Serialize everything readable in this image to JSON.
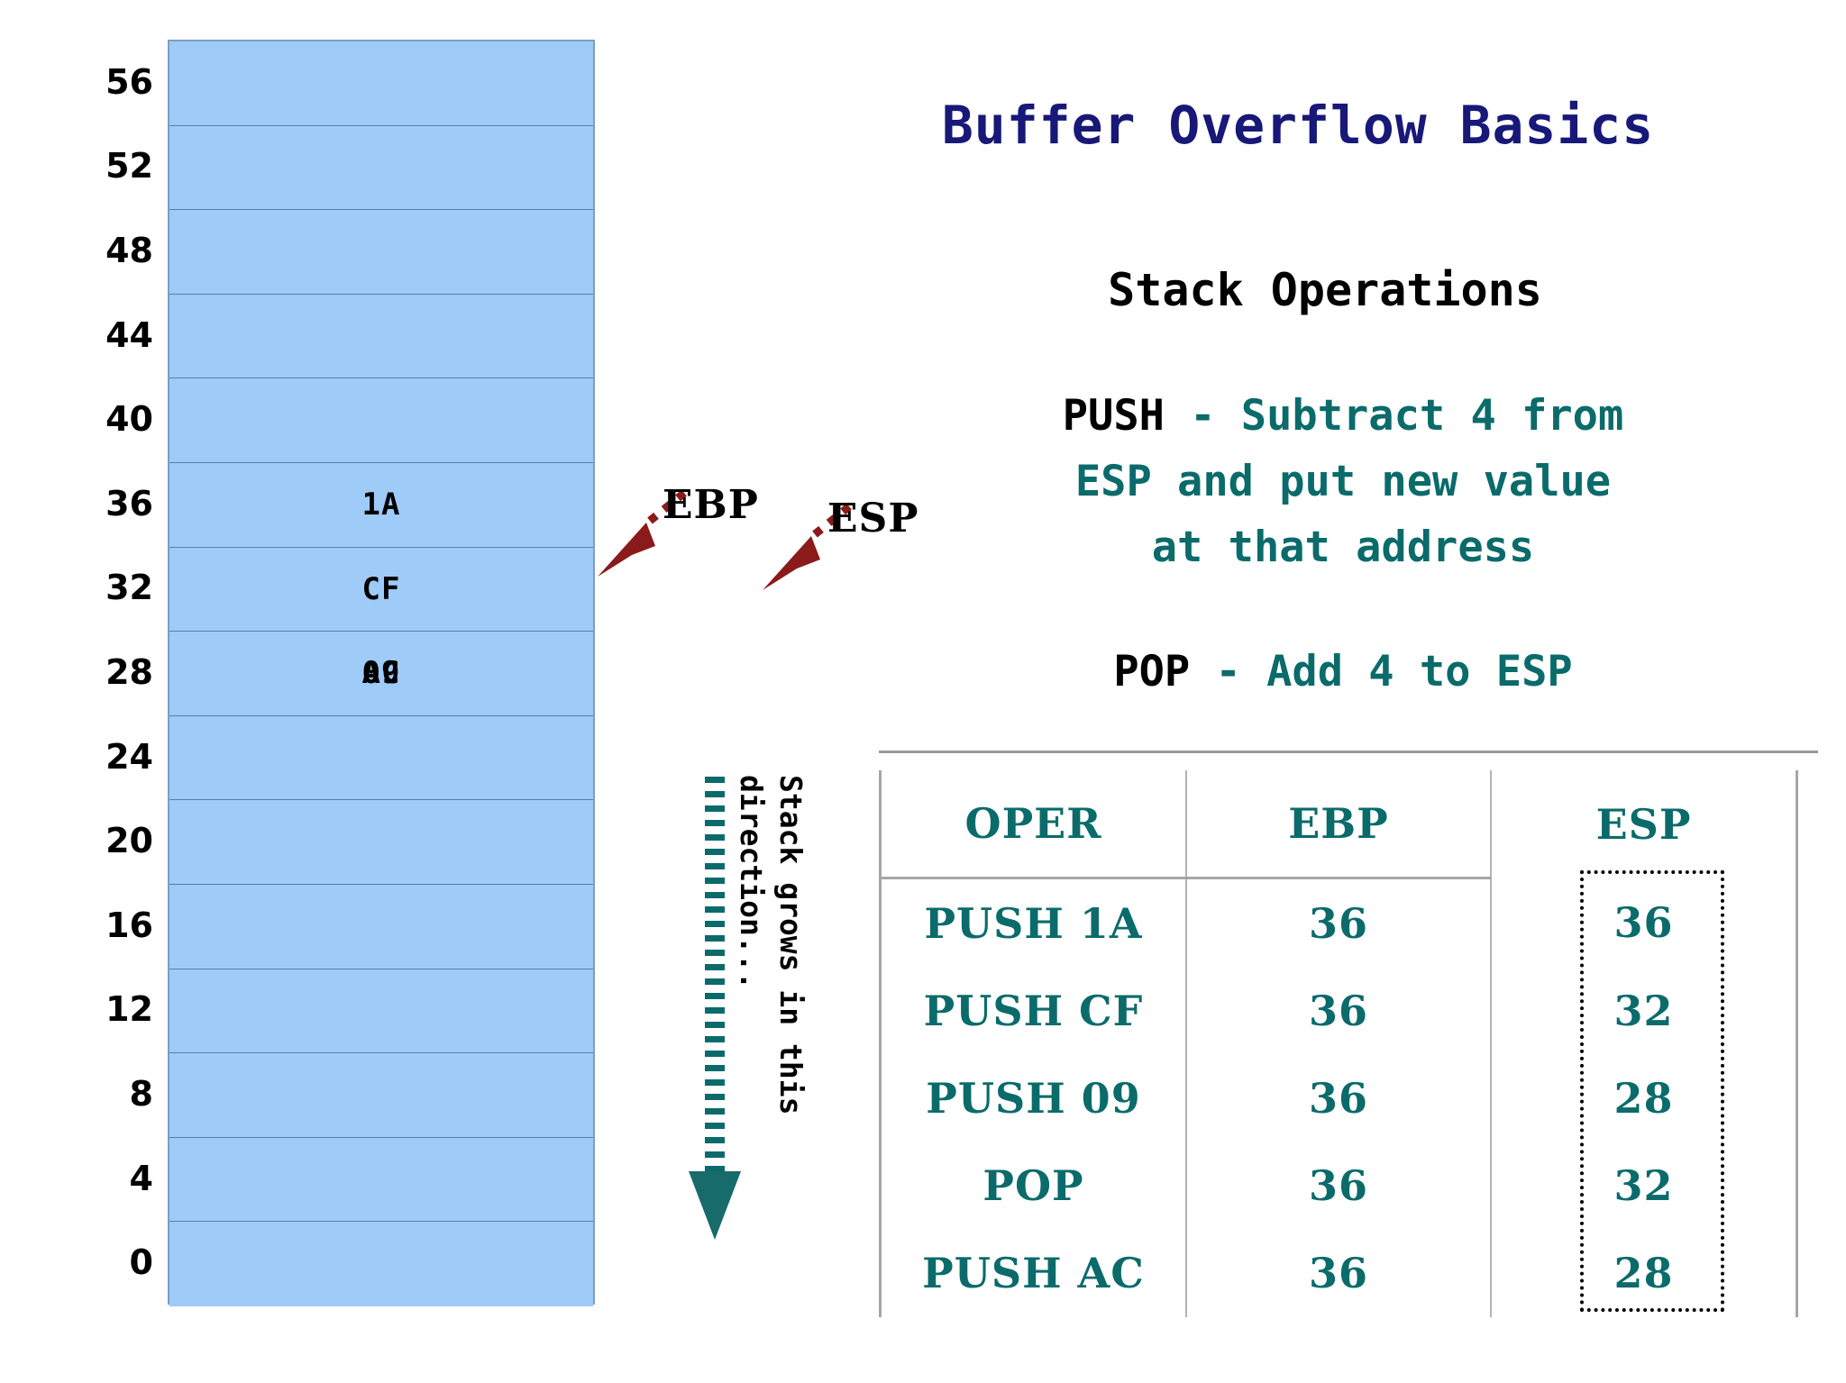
{
  "title": "Buffer Overflow Basics",
  "subtitle": "Stack Operations",
  "push_desc": {
    "keyword": "PUSH",
    "line1_rest": " - Subtract 4 from",
    "line2": "ESP and put new value",
    "line3": "at that address"
  },
  "pop_desc": {
    "keyword": "POP",
    "rest": " - Add 4 to ESP"
  },
  "stack": {
    "addresses": [
      "56",
      "52",
      "48",
      "44",
      "40",
      "36",
      "32",
      "28",
      "24",
      "20",
      "16",
      "12",
      "8",
      "4",
      "0"
    ],
    "cells": [
      {
        "address": "56",
        "value": ""
      },
      {
        "address": "52",
        "value": ""
      },
      {
        "address": "48",
        "value": ""
      },
      {
        "address": "44",
        "value": ""
      },
      {
        "address": "40",
        "value": ""
      },
      {
        "address": "36",
        "value": "1A"
      },
      {
        "address": "32",
        "value": "CF"
      },
      {
        "address": "28",
        "value": "AC",
        "overlap_value": "09"
      },
      {
        "address": "24",
        "value": ""
      },
      {
        "address": "20",
        "value": ""
      },
      {
        "address": "16",
        "value": ""
      },
      {
        "address": "12",
        "value": ""
      },
      {
        "address": "8",
        "value": ""
      },
      {
        "address": "4",
        "value": ""
      },
      {
        "address": "0",
        "value": ""
      }
    ],
    "fill_color": "#9ecbf7",
    "border_color": "#5b7fa6"
  },
  "pointers": [
    {
      "name": "EBP",
      "label": "EBP",
      "points_to": "36",
      "color": "#8b1a1a"
    },
    {
      "name": "ESP",
      "label": "ESP",
      "points_to": "36",
      "color": "#8b1a1a"
    }
  ],
  "growth_note": {
    "line1": "Stack grows in this",
    "line2": "direction...",
    "arrow_color": "#0b6b6b",
    "arrow_direction": "down"
  },
  "ops_table": {
    "columns": [
      "OPER",
      "EBP",
      "ESP"
    ],
    "rows": [
      {
        "oper": "PUSH 1A",
        "ebp": "36",
        "esp": "36"
      },
      {
        "oper": "PUSH CF",
        "ebp": "36",
        "esp": "32"
      },
      {
        "oper": "PUSH 09",
        "ebp": "36",
        "esp": "28"
      },
      {
        "oper": "POP",
        "ebp": "36",
        "esp": "32"
      },
      {
        "oper": "PUSH AC",
        "ebp": "36",
        "esp": "28"
      }
    ],
    "highlighted_column": "ESP",
    "text_color": "#0b6b6b"
  },
  "colors": {
    "title": "#181878",
    "teal": "#0b6b6b",
    "stack_blue": "#9ecbf7",
    "arrow_red": "#8b1a1a"
  }
}
